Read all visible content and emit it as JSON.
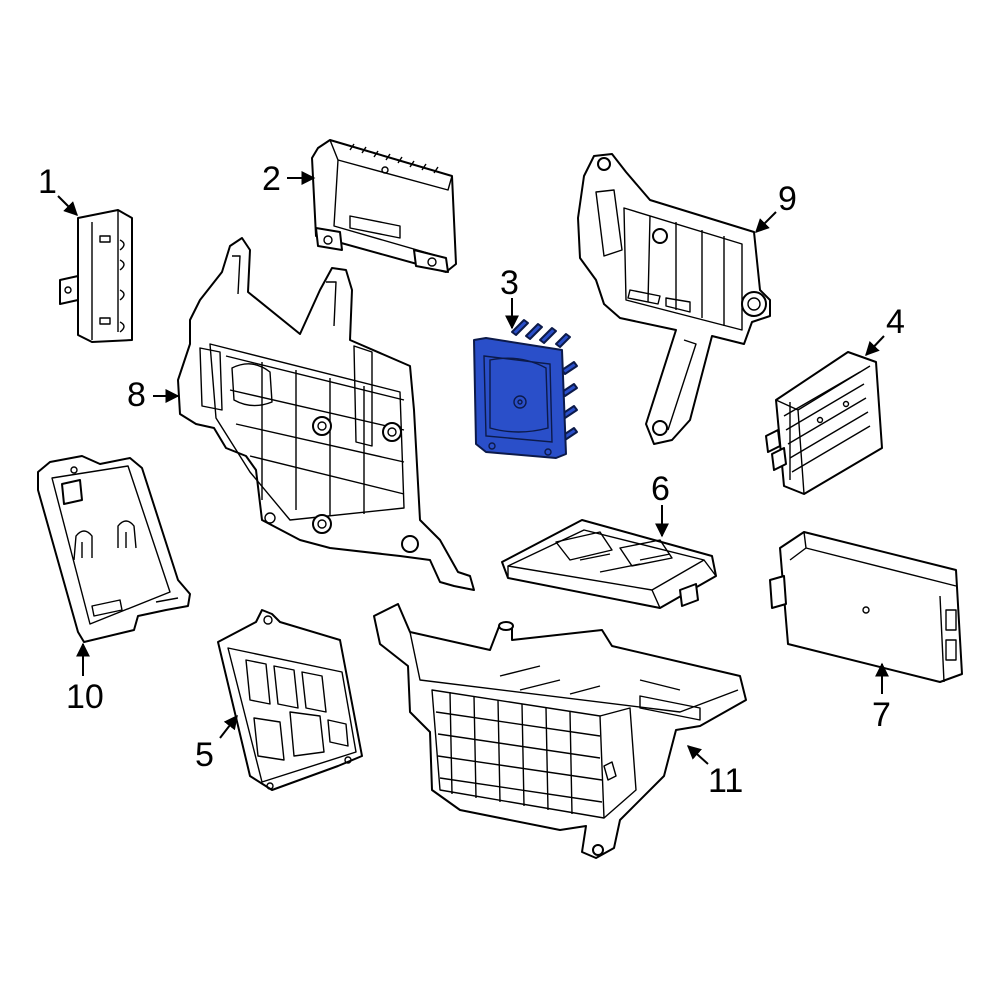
{
  "highlight_color": "#2a4fc9",
  "callouts": [
    {
      "id": "1",
      "label": "1"
    },
    {
      "id": "2",
      "label": "2"
    },
    {
      "id": "3",
      "label": "3"
    },
    {
      "id": "4",
      "label": "4"
    },
    {
      "id": "5",
      "label": "5"
    },
    {
      "id": "6",
      "label": "6"
    },
    {
      "id": "7",
      "label": "7"
    },
    {
      "id": "8",
      "label": "8"
    },
    {
      "id": "9",
      "label": "9"
    },
    {
      "id": "10",
      "label": "10"
    },
    {
      "id": "11",
      "label": "11"
    }
  ],
  "highlighted_part": "3"
}
